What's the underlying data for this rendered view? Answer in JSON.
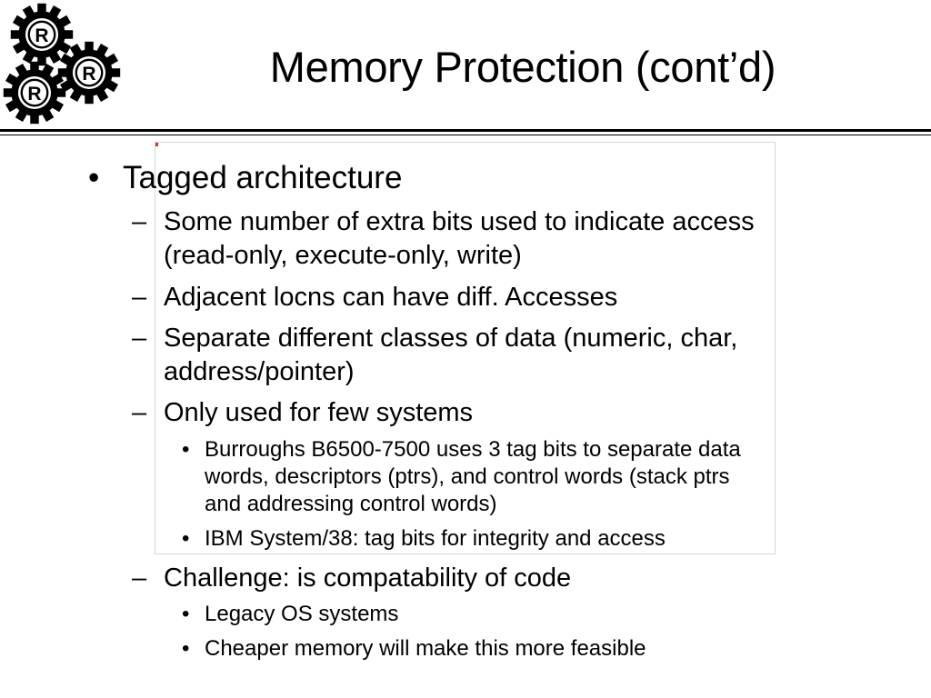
{
  "slide": {
    "title": "Memory Protection (cont’d)",
    "logo": {
      "gear_letters": [
        "R",
        "R",
        "R"
      ]
    },
    "bullets": {
      "l1_marker": "•",
      "l2_marker": "–",
      "l3_marker": "•",
      "tagged": "Tagged architecture",
      "extra_bits_1": "Some number of extra bits used to indicate access",
      "extra_bits_2": "(read-only, execute-only, write)",
      "adjacent": "Adjacent locns can have diff. Accesses",
      "separate_1": "Separate different classes of data (numeric, char,",
      "separate_2": "address/pointer)",
      "only_used": "Only used for few systems",
      "burroughs_1": "Burroughs B6500-7500 uses 3 tag bits to separate data",
      "burroughs_2": "words, descriptors (ptrs), and control words (stack ptrs",
      "burroughs_3": "and addressing control words)",
      "ibm": "IBM System/38: tag bits for integrity and access",
      "challenge": "Challenge: is compatability of code",
      "legacy": "Legacy OS systems",
      "cheaper": "Cheaper memory will make this more feasible"
    }
  }
}
